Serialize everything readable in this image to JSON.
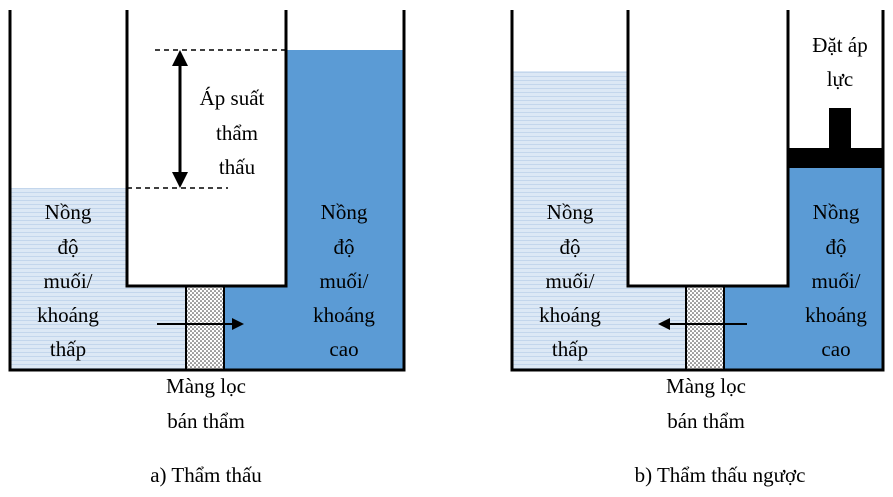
{
  "colors": {
    "low_salinity": "#dce8f5",
    "high_salinity": "#5b9bd5",
    "outline": "#000000",
    "membrane": "#ffffff"
  },
  "panel_a": {
    "pressure_label": [
      "Áp suất",
      "thẩm",
      "thấu"
    ],
    "left_label": [
      "Nồng",
      "độ",
      "muối/",
      "khoáng",
      "thấp"
    ],
    "right_label": [
      "Nồng",
      "độ",
      "muối/",
      "khoáng",
      "cao"
    ],
    "membrane_label": [
      "Màng lọc",
      "bán thẩm"
    ],
    "caption": "a) Thẩm thấu"
  },
  "panel_b": {
    "applied_pressure_label": [
      "Đặt áp",
      "lực"
    ],
    "left_label": [
      "Nồng",
      "độ",
      "muối/",
      "khoáng",
      "thấp"
    ],
    "right_label": [
      "Nồng",
      "độ",
      "muối/",
      "khoáng",
      "cao"
    ],
    "membrane_label": [
      "Màng lọc",
      "bán thẩm"
    ],
    "caption": "b) Thẩm thấu ngược"
  }
}
